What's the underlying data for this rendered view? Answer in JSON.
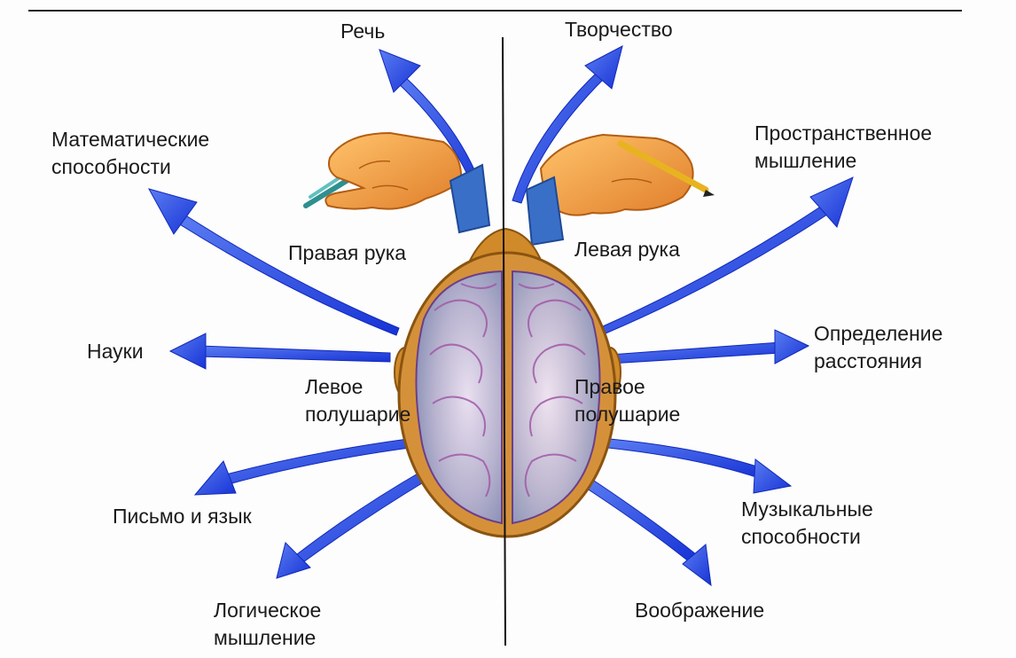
{
  "diagram": {
    "left_hand_caption": "Правая рука",
    "right_hand_caption": "Левая рука",
    "left_hemisphere": [
      "Левое",
      "полушарие"
    ],
    "right_hemisphere": [
      "Правое",
      "полушарие"
    ],
    "left_functions": {
      "speech": "Речь",
      "math": [
        "Математические",
        "способности"
      ],
      "science": "Науки",
      "writing": "Письмо и язык",
      "logic": [
        "Логическое",
        "мышление"
      ]
    },
    "right_functions": {
      "creativity": "Творчество",
      "spatial": [
        "Пространственное",
        "мышление"
      ],
      "distance": [
        "Определение",
        "расстояния"
      ],
      "music": [
        "Музыкальные",
        "способности"
      ],
      "imagination": "Воображение"
    },
    "colors": {
      "arrow": "#1f3ee0",
      "arrow_light": "#6d8bf5",
      "skull": "#d08a2a",
      "skin": "#f0a04a",
      "sleeve": "#3a6fc8",
      "brain": "#b7b2cc"
    }
  }
}
